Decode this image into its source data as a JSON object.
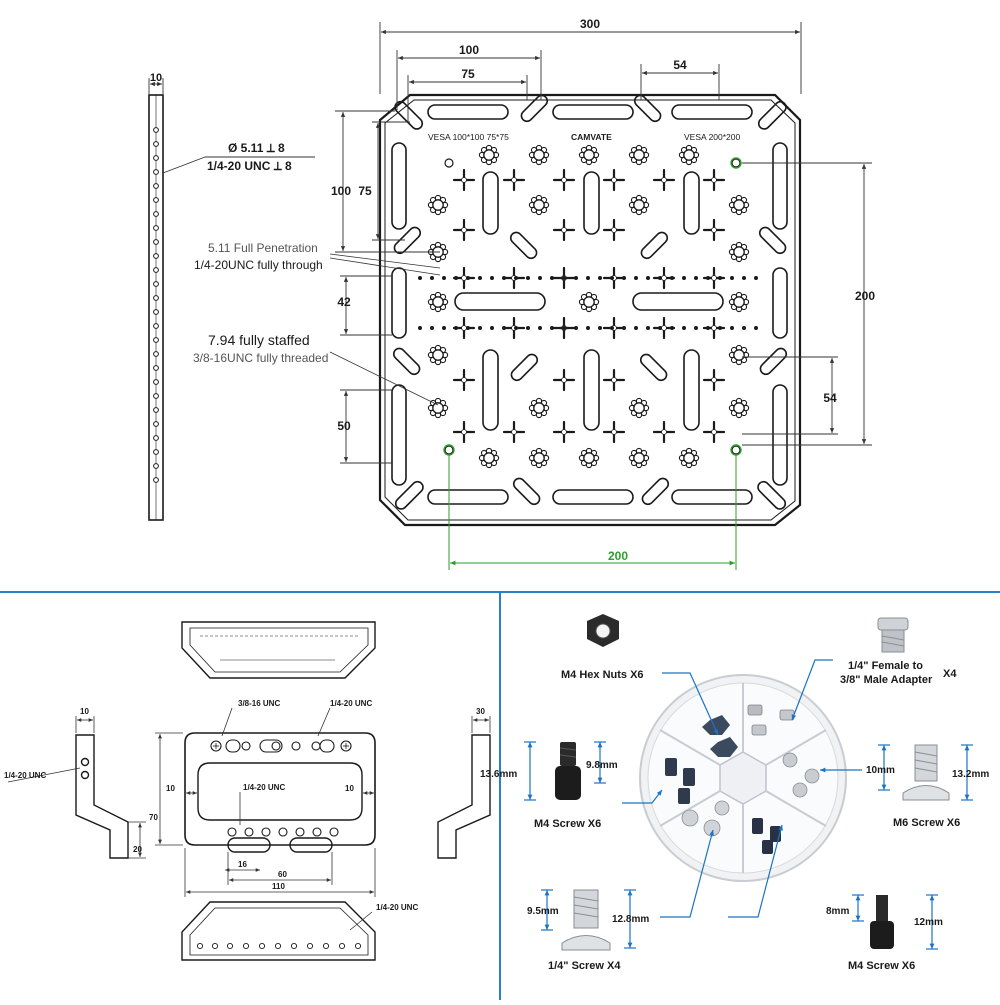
{
  "brand": "CAMVATE",
  "colors": {
    "ink": "#1a1a1a",
    "dim": "#333333",
    "green": "#2e9e2e",
    "blue": "#1a73c8",
    "divider": "#2a7fc9"
  },
  "plate": {
    "dim_total_width": "300",
    "dim_100_top": "100",
    "dim_75_top": "75",
    "dim_54_top": "54",
    "dim_100_left": "100",
    "dim_75_left": "75",
    "dim_42": "42",
    "dim_50": "50",
    "dim_200_right": "200",
    "dim_54_right": "54",
    "dim_200_bottom": "200",
    "label_vesa_100": "VESA 100*100 75*75",
    "label_vesa_200": "VESA 200*200"
  },
  "side_profile": {
    "dim_thickness": "10"
  },
  "hole_callouts": {
    "hole_5_11": "Ø 5.11 ⟂ 8",
    "hole_1_4_20": "1/4-20 UNC ⟂ 8",
    "full_penetration_title": "5.11 Full Penetration",
    "full_penetration_detail": "1/4-20UNC fully through",
    "staffed_title": "7.94 fully staffed",
    "staffed_detail": "3/8-16UNC fully threaded"
  },
  "handle": {
    "label_3_8_16": "3/8-16 UNC",
    "label_1_4_20_top": "1/4-20 UNC",
    "label_1_4_20_inner": "1/4-20 UNC",
    "label_1_4_20_side": "1/4-20 UNC",
    "label_1_4_20_bottom": "1/4-20 UNC",
    "dim_10_side": "10",
    "dim_30_side": "30",
    "dim_10_left": "10",
    "dim_10_right": "10",
    "dim_70": "70",
    "dim_16": "16",
    "dim_60": "60",
    "dim_110": "110",
    "dim_20": "20"
  },
  "accessories": {
    "hex_nuts": "M4 Hex Nuts X6",
    "adapter_line1": "1/4\" Female to",
    "adapter_line2": "3/8\" Male Adapter",
    "adapter_qty": "X4",
    "m4_screw_a": "M4 Screw X6",
    "m4_a_height": "13.6mm",
    "m4_a_width": "9.8mm",
    "m6_screw": "M6 Screw X6",
    "m6_width": "10mm",
    "m6_height": "13.2mm",
    "quarter_screw": "1/4\" Screw X4",
    "quarter_width": "9.5mm",
    "quarter_height": "12.8mm",
    "m4_screw_b": "M4 Screw X6",
    "m4_b_width": "8mm",
    "m4_b_height": "12mm"
  }
}
